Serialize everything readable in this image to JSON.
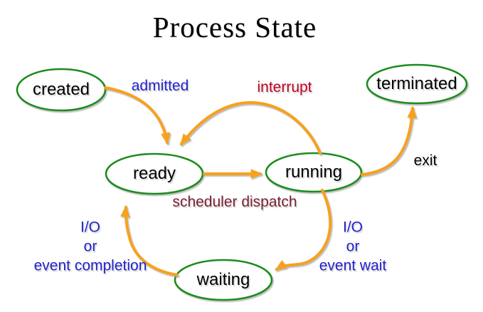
{
  "title": "Process State",
  "colors": {
    "background": "#ffffff",
    "state_border": "#1e8c1e",
    "state_fill": "#ffffff",
    "arrow": "#f7a11f",
    "label_blue": "#2222cc",
    "label_red": "#c00022",
    "label_maroon": "#7b2132",
    "label_black": "#000000"
  },
  "states": [
    {
      "id": "created",
      "label": "created"
    },
    {
      "id": "ready",
      "label": "ready"
    },
    {
      "id": "running",
      "label": "running"
    },
    {
      "id": "waiting",
      "label": "waiting"
    },
    {
      "id": "terminated",
      "label": "terminated"
    }
  ],
  "transitions": [
    {
      "id": "admitted",
      "label": "admitted",
      "from": "created",
      "to": "ready",
      "color": "blue"
    },
    {
      "id": "interrupt",
      "label": "interrupt",
      "from": "running",
      "to": "ready",
      "color": "red"
    },
    {
      "id": "scheduler-dispatch",
      "label": "scheduler dispatch",
      "from": "ready",
      "to": "running",
      "color": "maroon"
    },
    {
      "id": "exit",
      "label": "exit",
      "from": "running",
      "to": "terminated",
      "color": "black"
    },
    {
      "id": "io-event-wait",
      "label": "I/O or event wait",
      "lines": [
        "I/O",
        "or",
        "event wait"
      ],
      "from": "running",
      "to": "waiting",
      "color": "blue"
    },
    {
      "id": "io-event-completion",
      "label": "I/O or event completion",
      "lines": [
        "I/O",
        "or",
        "event completion"
      ],
      "from": "waiting",
      "to": "ready",
      "color": "blue"
    }
  ]
}
